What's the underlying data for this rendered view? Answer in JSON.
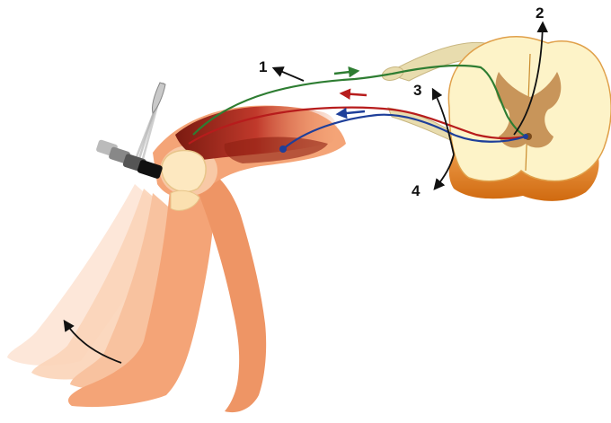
{
  "labels": {
    "one": "1",
    "two": "2",
    "three": "3",
    "four": "4"
  },
  "colors": {
    "skin_light": "#f9c9a8",
    "skin_mid": "#f4a477",
    "skin_dark": "#e8885a",
    "muscle": "#b8311d",
    "nerve_sheath": "#e8dcae",
    "spinal_white": "#fdf3c8",
    "spinal_grey": "#c8955a",
    "spinal_edge": "#d9731c",
    "fiber_green": "#2e7d32",
    "fiber_red": "#b71c1c",
    "fiber_blue": "#1e3f9a",
    "arrow": "#111111"
  }
}
